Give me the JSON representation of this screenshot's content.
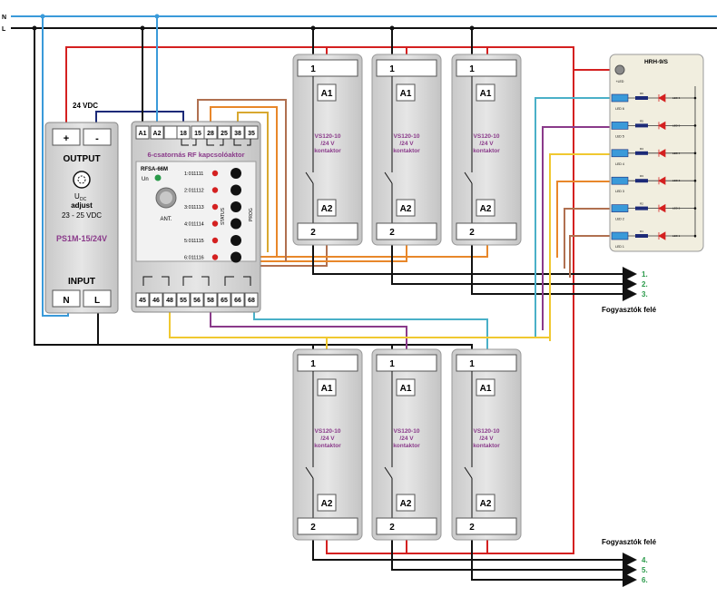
{
  "bus": {
    "n_label": "N",
    "l_label": "L"
  },
  "supply_voltage_label": "24 VDC",
  "psu": {
    "plus": "+",
    "minus": "-",
    "output_label": "OUTPUT",
    "adjust_u": "U",
    "adjust_sub": "DC",
    "adjust_word": "adjust",
    "range": "23 - 25 VDC",
    "model": "PS1M-15/24V",
    "input_label": "INPUT",
    "n_terminal": "N",
    "l_terminal": "L"
  },
  "rf_module": {
    "top_terminals": [
      "A1",
      "A2",
      "",
      "18",
      "15",
      "28",
      "25",
      "38",
      "35"
    ],
    "title": "6-csatornás RF kapcsolóaktor",
    "model": "RFSA-66M",
    "un_label": "Un",
    "ant_label": "ANT.",
    "status_label": "STATUS",
    "prog_label": "PROG",
    "channels": [
      "1:011111",
      "2:011112",
      "3:011113",
      "4:011114",
      "5:011115",
      "6:011116"
    ],
    "bottom_terminals": [
      "45",
      "46",
      "48",
      "55",
      "56",
      "58",
      "65",
      "66",
      "68"
    ]
  },
  "contactors": [
    {
      "t1": "1",
      "a1": "A1",
      "a2": "A2",
      "t2": "2",
      "name_line1": "VS120-10",
      "name_line2": "/24 V",
      "name_line3": "kontaktor"
    },
    {
      "t1": "1",
      "a1": "A1",
      "a2": "A2",
      "t2": "2",
      "name_line1": "VS120-10",
      "name_line2": "/24 V",
      "name_line3": "kontaktor"
    },
    {
      "t1": "1",
      "a1": "A1",
      "a2": "A2",
      "t2": "2",
      "name_line1": "VS120-10",
      "name_line2": "/24 V",
      "name_line3": "kontaktor"
    },
    {
      "t1": "1",
      "a1": "A1",
      "a2": "A2",
      "t2": "2",
      "name_line1": "VS120-10",
      "name_line2": "/24 V",
      "name_line3": "kontaktor"
    },
    {
      "t1": "1",
      "a1": "A1",
      "a2": "A2",
      "t2": "2",
      "name_line1": "VS120-10",
      "name_line2": "/24 V",
      "name_line3": "kontaktor"
    },
    {
      "t1": "1",
      "a1": "A1",
      "a2": "A2",
      "t2": "2",
      "name_line1": "VS120-10",
      "name_line2": "/24 V",
      "name_line3": "kontaktor"
    }
  ],
  "hrh": {
    "title": "HRH-9/S",
    "common_label": "+LED",
    "rows": [
      {
        "led": "LED 6",
        "res": "R6",
        "diode": "LED 6"
      },
      {
        "led": "LED 5",
        "res": "R5",
        "diode": "LED 5"
      },
      {
        "led": "LED 4",
        "res": "R4",
        "diode": "LED 4"
      },
      {
        "led": "LED 3",
        "res": "R3",
        "diode": "LED 3"
      },
      {
        "led": "LED 2",
        "res": "R2",
        "diode": "LED 2"
      },
      {
        "led": "LED 1",
        "res": "R1",
        "diode": "LED 1"
      }
    ]
  },
  "outputs_top": [
    "1.",
    "2.",
    "3."
  ],
  "outputs_bottom": [
    "4.",
    "5.",
    "6."
  ],
  "consumers_label": "Fogyasztók felé",
  "colors": {
    "red": "#d42020",
    "blue": "#3a9ad9",
    "black": "#111111",
    "navy": "#1c2a78",
    "orange": "#e8872a",
    "yellow": "#f0c830",
    "purple": "#8a3a8a",
    "cyan": "#4ab0c8",
    "green": "#2a9a4a",
    "brown": "#b07050",
    "gold": "#d8a830"
  }
}
